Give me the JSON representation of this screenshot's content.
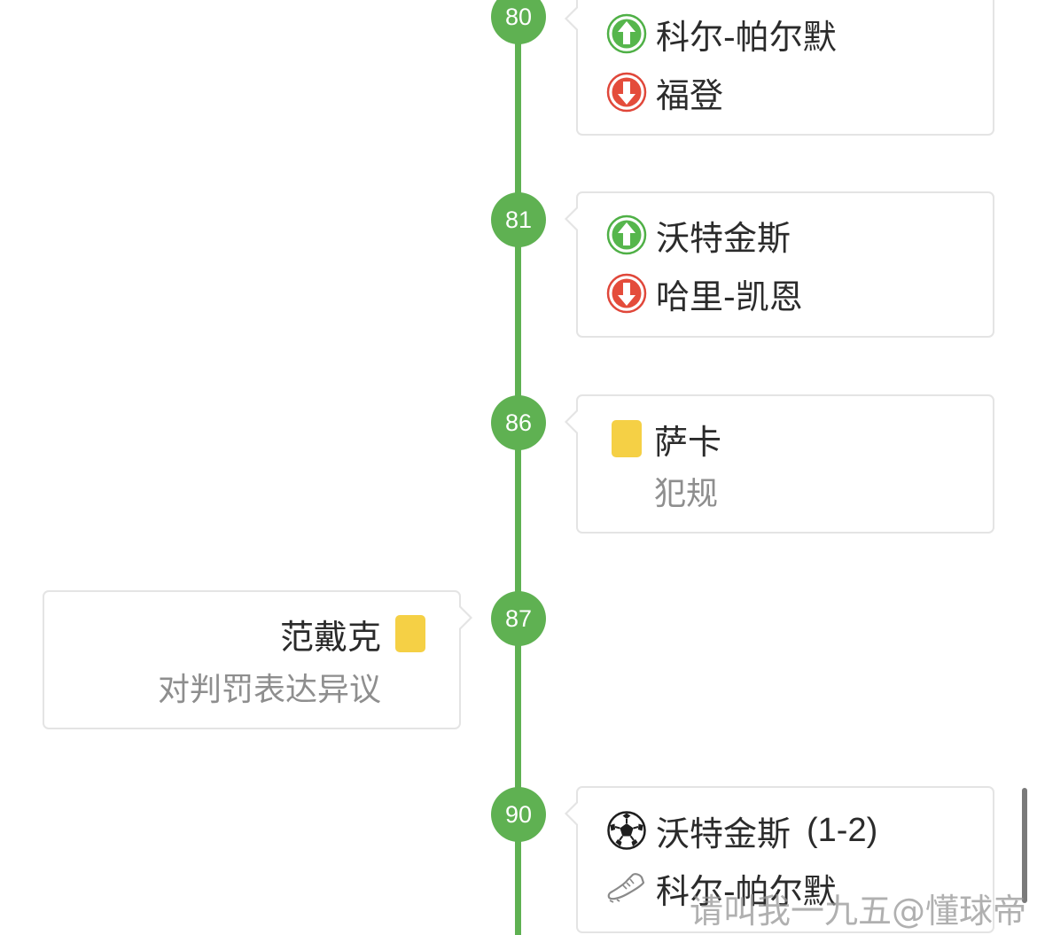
{
  "events": [
    {
      "minute": "80",
      "side": "right",
      "type": "substitution",
      "player_in": "科尔-帕尔默",
      "player_out": "福登"
    },
    {
      "minute": "81",
      "side": "right",
      "type": "substitution",
      "player_in": "沃特金斯",
      "player_out": "哈里-凯恩"
    },
    {
      "minute": "86",
      "side": "right",
      "type": "yellow-card",
      "player": "萨卡",
      "reason": "犯规"
    },
    {
      "minute": "87",
      "side": "left",
      "type": "yellow-card",
      "player": "范戴克",
      "reason": "对判罚表达异议"
    },
    {
      "minute": "90",
      "side": "right",
      "type": "goal",
      "scorer": "沃特金斯",
      "score": "(1-2)",
      "assist": "科尔-帕尔默"
    }
  ],
  "icons": {
    "sub_in": "arrow-up-circle-icon",
    "sub_out": "arrow-down-circle-icon",
    "yellow_card": "yellow-card-icon",
    "goal": "soccer-ball-icon",
    "assist": "boot-icon"
  },
  "colors": {
    "timeline": "#5fb152",
    "sub_in": "#4fb046",
    "sub_out": "#e0473a",
    "yellow_card": "#f5d045",
    "text": "#2b2b2b",
    "subtext": "#8e8e8e"
  },
  "watermark": "请叫我一九五@懂球帝"
}
